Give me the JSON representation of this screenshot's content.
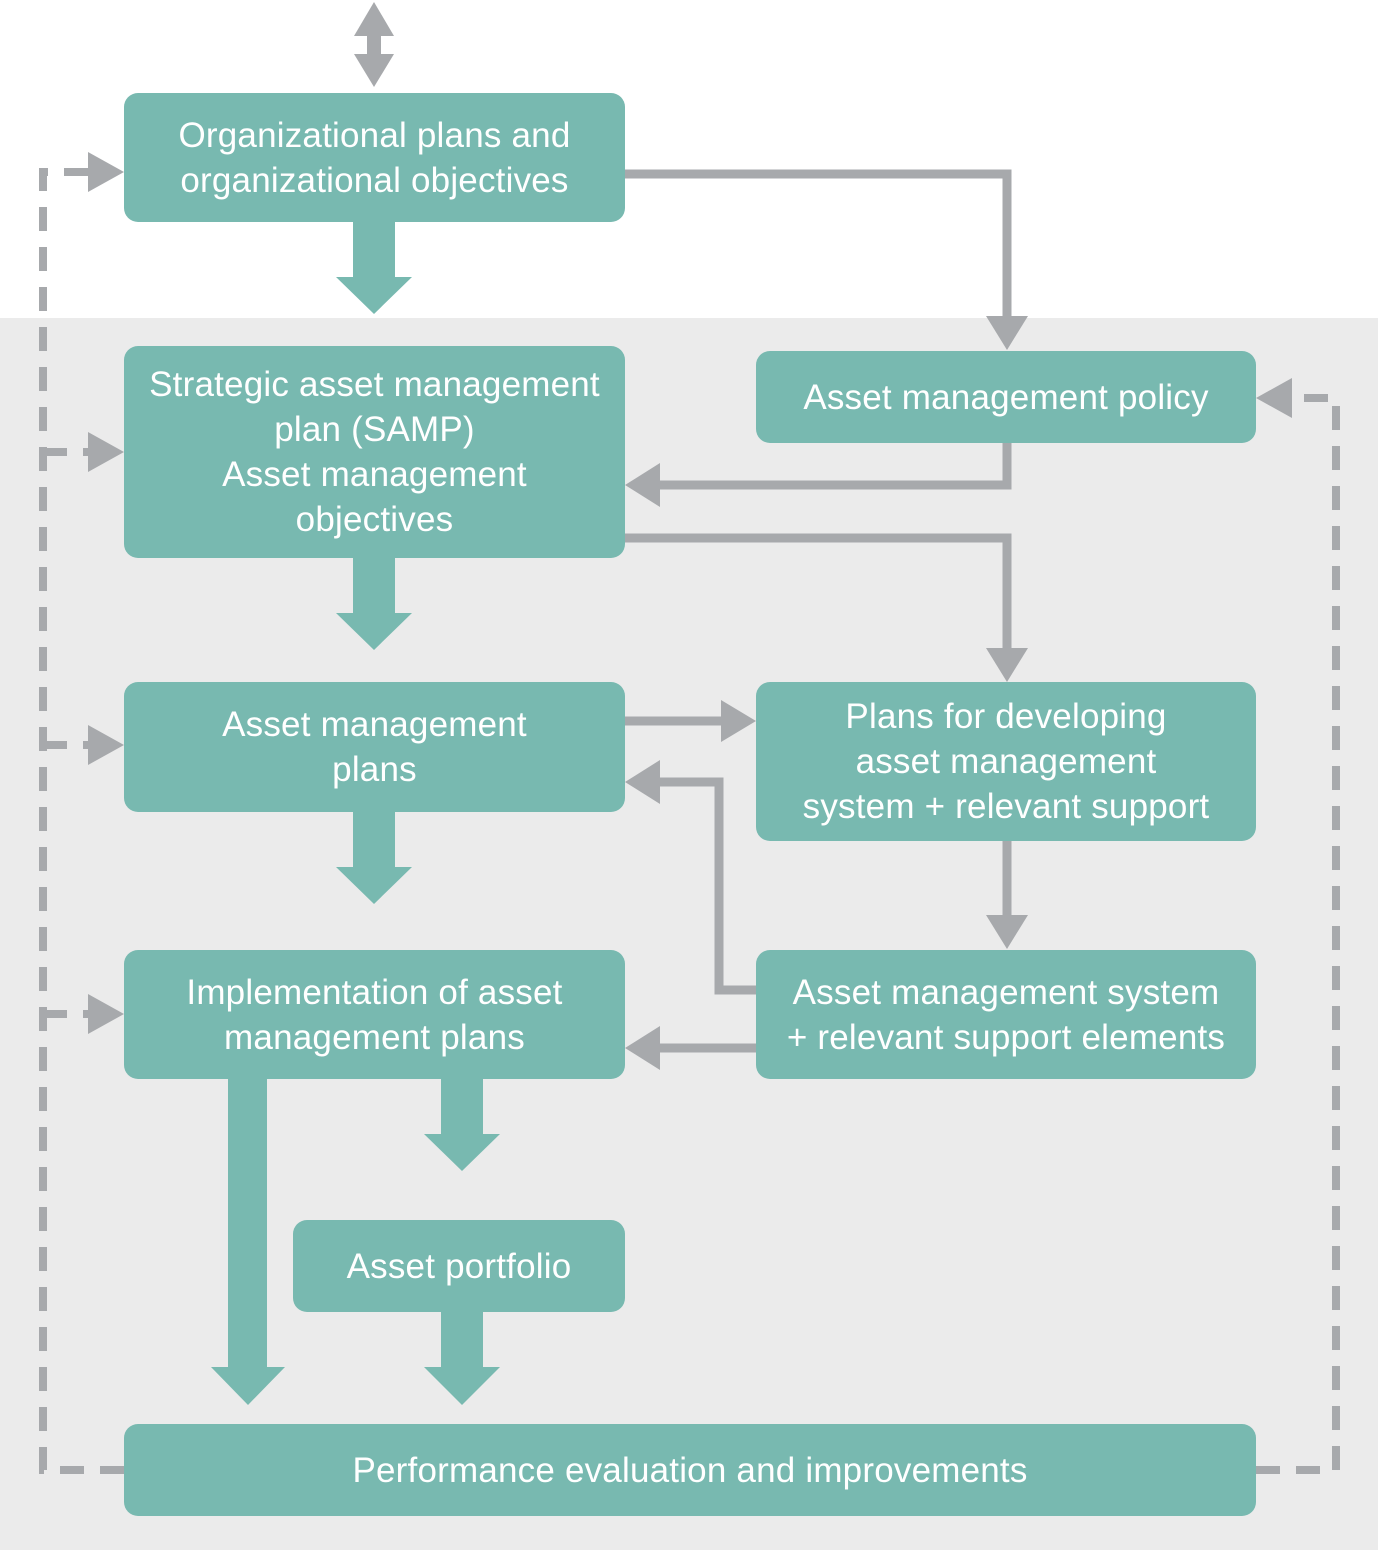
{
  "colors": {
    "box_fill": "#78b9b0",
    "box_text": "#ffffff",
    "connector": "#a7a9ac",
    "panel_background": "#ebebeb"
  },
  "boxes": {
    "org_plans": {
      "lines": [
        "Organizational plans and",
        "organizational objectives"
      ]
    },
    "samp": {
      "lines": [
        "Strategic asset management",
        "plan (SAMP)",
        "Asset management",
        "objectives"
      ]
    },
    "am_policy": {
      "lines": [
        "Asset management policy"
      ]
    },
    "am_plans": {
      "lines": [
        "Asset management",
        "plans"
      ]
    },
    "plans_dev": {
      "lines": [
        "Plans for developing",
        "asset management",
        "system + relevant support"
      ]
    },
    "implementation": {
      "lines": [
        "Implementation of asset",
        "management plans"
      ]
    },
    "am_system": {
      "lines": [
        "Asset management system",
        "+ relevant support elements"
      ]
    },
    "portfolio": {
      "lines": [
        "Asset portfolio"
      ]
    },
    "performance": {
      "lines": [
        "Performance evaluation and improvements"
      ]
    }
  }
}
